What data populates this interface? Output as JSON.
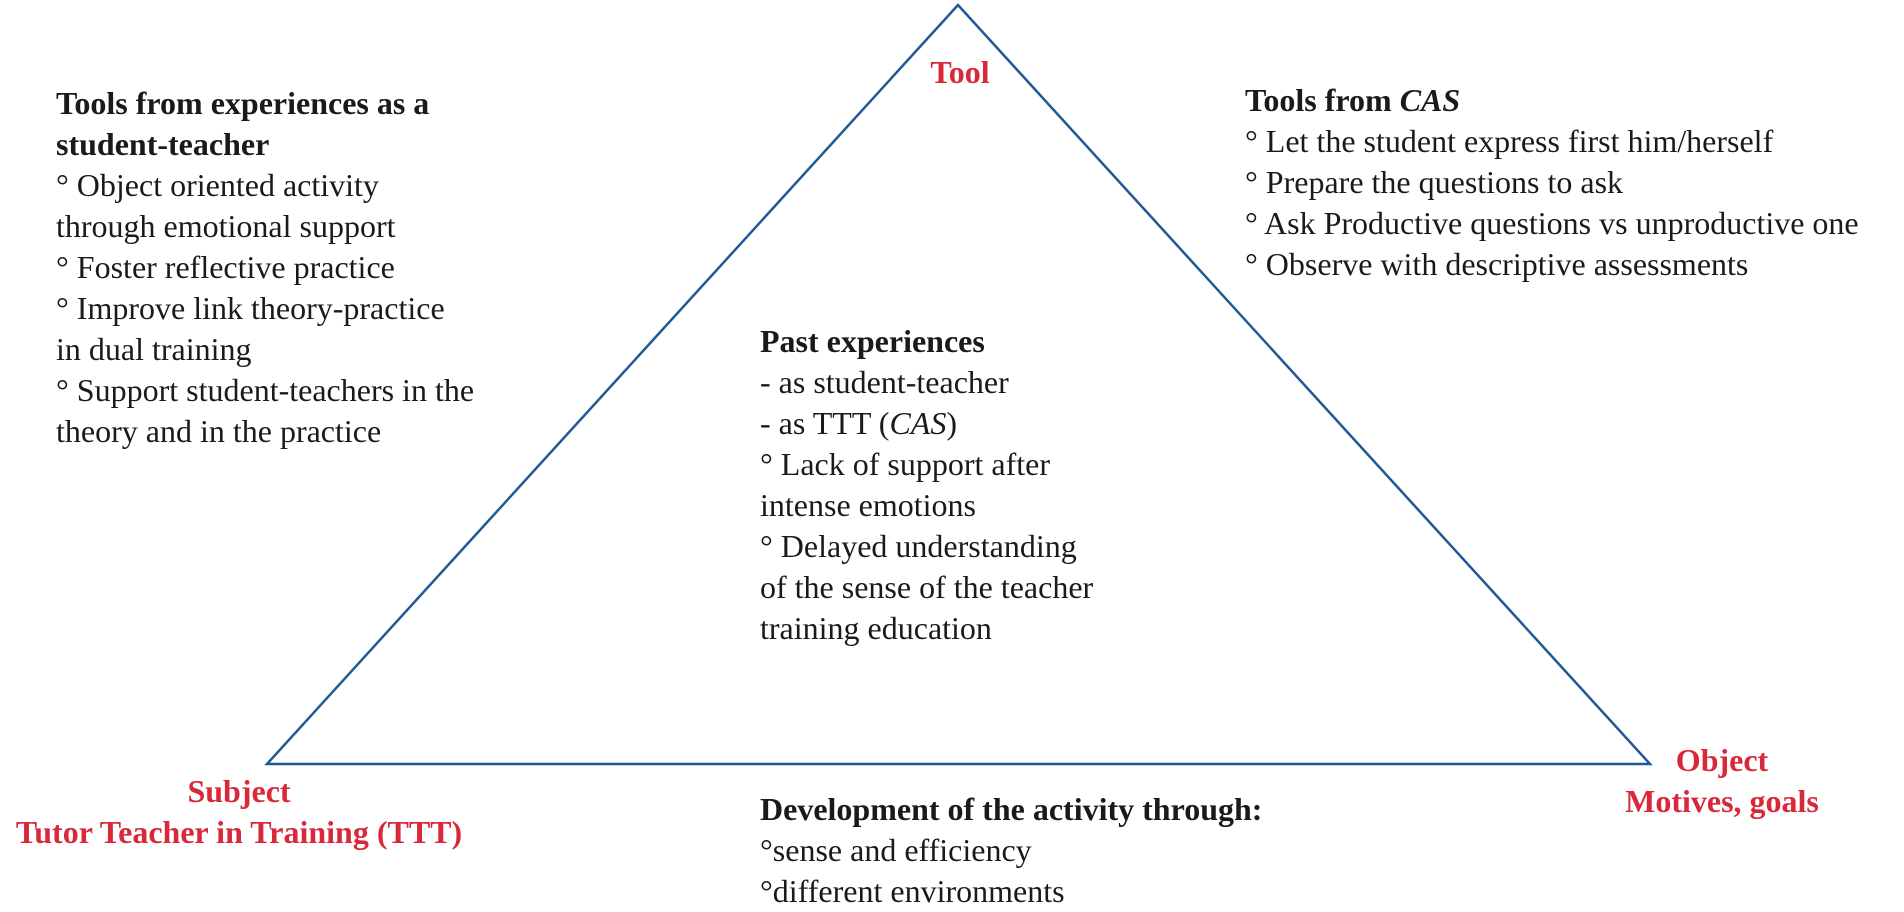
{
  "colors": {
    "triangle_stroke": "#1f5a96",
    "vertex_label": "#d8283a",
    "text": "#1a1a1a"
  },
  "vertices": {
    "tool": {
      "label": "Tool"
    },
    "subject": {
      "label": "Subject",
      "sublabel": "Tutor Teacher in Training (TTT)"
    },
    "object": {
      "label": "Object",
      "sublabel": "Motives, goals"
    }
  },
  "left_box": {
    "heading_line1": "Tools from experiences as a",
    "heading_line2": "student-teacher",
    "lines": [
      "° Object oriented activity",
      "through emotional support",
      "° Foster reflective practice",
      "° Improve link theory-practice",
      "in dual training",
      "° Support student-teachers in the",
      "theory and in the practice"
    ]
  },
  "right_box": {
    "heading_prefix": "Tools from ",
    "heading_italic": "CAS",
    "lines": [
      "° Let the student express first him/herself",
      "° Prepare the questions to ask",
      "° Ask Productive questions vs unproductive one",
      "° Observe with descriptive assessments"
    ]
  },
  "center_box": {
    "heading": "Past experiences",
    "line_student": "- as student-teacher",
    "line_ttt_prefix": "- as TTT (",
    "line_ttt_italic": "CAS",
    "line_ttt_suffix": ")",
    "lines": [
      "° Lack of support after",
      "intense emotions",
      "° Delayed understanding",
      "of the sense of the teacher",
      "training education"
    ]
  },
  "bottom_box": {
    "heading": "Development of the activity through:",
    "lines": [
      "°sense and efficiency",
      "°different environments"
    ]
  }
}
